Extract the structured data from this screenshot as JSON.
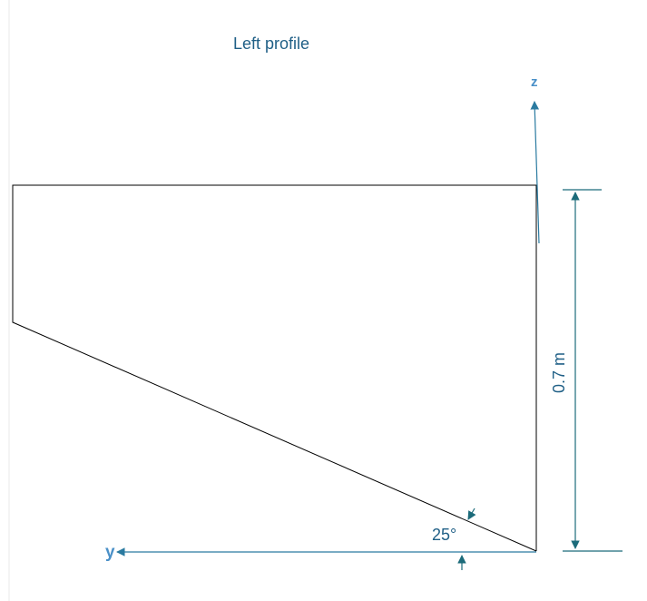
{
  "title": "Left profile",
  "axes": {
    "z_label": "z",
    "y_label": "y"
  },
  "dimensions": {
    "height_label": "0.7 m",
    "angle_label": "25°"
  },
  "colors": {
    "text": "#1f5f86",
    "axis_label": "#4a90c8",
    "dimension": "#1c6b7a",
    "outline": "#000000"
  }
}
